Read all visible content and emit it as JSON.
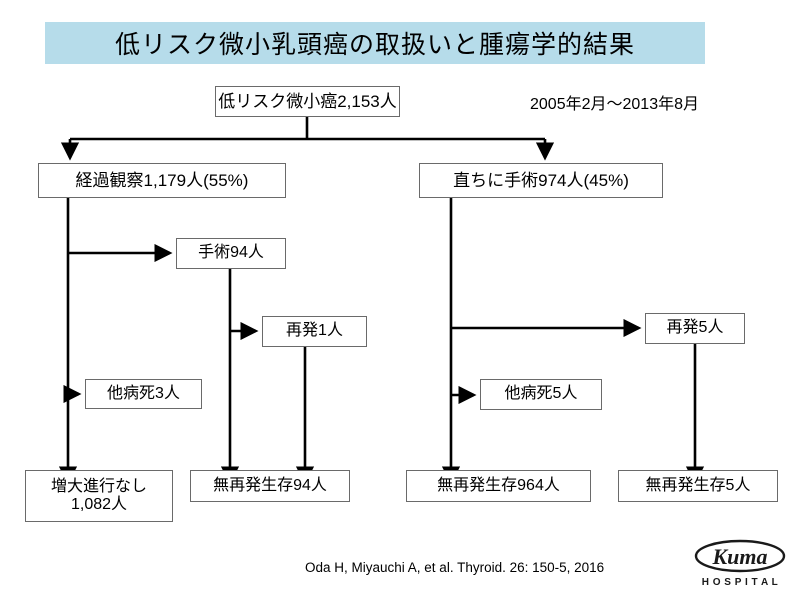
{
  "title": {
    "text": "低リスク微小乳頭癌の取扱いと腫瘍学的結果",
    "banner_color": "#b6dcea"
  },
  "period_label": "2005年2月〜2013年8月",
  "citation": "Oda H, Miyauchi A, et al. Thyroid. 26: 150-5, 2016",
  "logo": {
    "name": "Kuma",
    "subtitle": "H O S P I T A L"
  },
  "flowchart": {
    "type": "flowchart",
    "nodes": [
      {
        "id": "root",
        "label": "低リスク微小癌2,153人"
      },
      {
        "id": "observe",
        "label": "経過観察1,179人(55%)"
      },
      {
        "id": "surgery",
        "label": "直ちに手術974人(45%)"
      },
      {
        "id": "op94",
        "label": "手術94人"
      },
      {
        "id": "rec1",
        "label": "再発1人"
      },
      {
        "id": "death3",
        "label": "他病死3人"
      },
      {
        "id": "rec5",
        "label": "再発5人"
      },
      {
        "id": "death5",
        "label": "他病死5人"
      },
      {
        "id": "nogrow",
        "label": "増大進行なし\n1,082人"
      },
      {
        "id": "dfs94",
        "label": "無再発生存94人"
      },
      {
        "id": "dfs964",
        "label": "無再発生存964人"
      },
      {
        "id": "dfs5",
        "label": "無再発生存5人"
      }
    ],
    "edges": [
      {
        "from": "root",
        "to": "observe"
      },
      {
        "from": "root",
        "to": "surgery"
      },
      {
        "from": "observe",
        "to": "op94"
      },
      {
        "from": "observe",
        "to": "death3"
      },
      {
        "from": "observe",
        "to": "nogrow"
      },
      {
        "from": "op94",
        "to": "rec1"
      },
      {
        "from": "op94",
        "to": "dfs94"
      },
      {
        "from": "rec1",
        "to": "dfs94"
      },
      {
        "from": "surgery",
        "to": "rec5"
      },
      {
        "from": "surgery",
        "to": "death5"
      },
      {
        "from": "surgery",
        "to": "dfs964"
      },
      {
        "from": "rec5",
        "to": "dfs5"
      }
    ]
  }
}
